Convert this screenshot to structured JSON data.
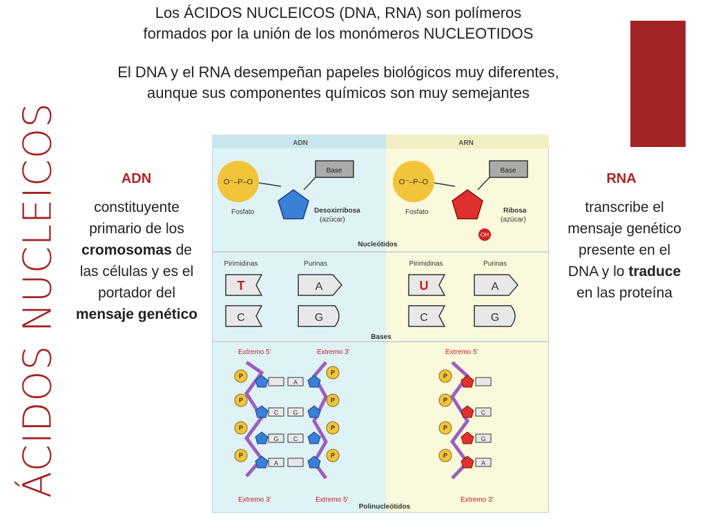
{
  "side_title": "ÁCIDOS NUCLEICOS",
  "header": {
    "line1": "Los ÁCIDOS NUCLEICOS (DNA, RNA) son polímeros",
    "line2": "formados por la unión de los monómeros NUCLEOTIDOS",
    "line3": "El DNA y el RNA desempeñan papeles biológicos muy diferentes,",
    "line4": "aunque sus componentes químicos son muy semejantes"
  },
  "left": {
    "title": "ADN",
    "t1": "constituyente primario de los ",
    "b1": "cromosomas",
    "t2": " de las células y es el portador del ",
    "b2": "mensaje genético"
  },
  "right": {
    "title": "RNA",
    "t1": "transcribe el mensaje genético presente en el DNA y lo ",
    "b1": "traduce",
    "t2": " en las proteína"
  },
  "figure": {
    "col_adn": "ADN",
    "col_arn": "ARN",
    "base": "Base",
    "fosfato": "Fosfato",
    "desoxirribosa": "Desoxirribosa",
    "ribosa": "Ribosa",
    "azucar": "(azúcar)",
    "nucleotidos": "Nucleótidos",
    "pirimidinas": "Pirimidinas",
    "purinas": "Purinas",
    "bases": "Bases",
    "polinucleotidos": "Polinucleótidos",
    "extremo5": "Extremo 5'",
    "extremo3": "Extremo 3'",
    "letter_t": "T",
    "letter_u": "U",
    "letter_a": "A",
    "letter_c": "C",
    "letter_g": "G",
    "oh": "OH",
    "colors": {
      "accent": "#a32424",
      "title_red": "#b02222",
      "dna_bg": "#dff3f7",
      "rna_bg": "#fbf9dc",
      "phosphate": "#f2c43a",
      "deoxyribose": "#3a7fd8",
      "ribose": "#e03030",
      "backbone": "#9b5fc0"
    }
  }
}
